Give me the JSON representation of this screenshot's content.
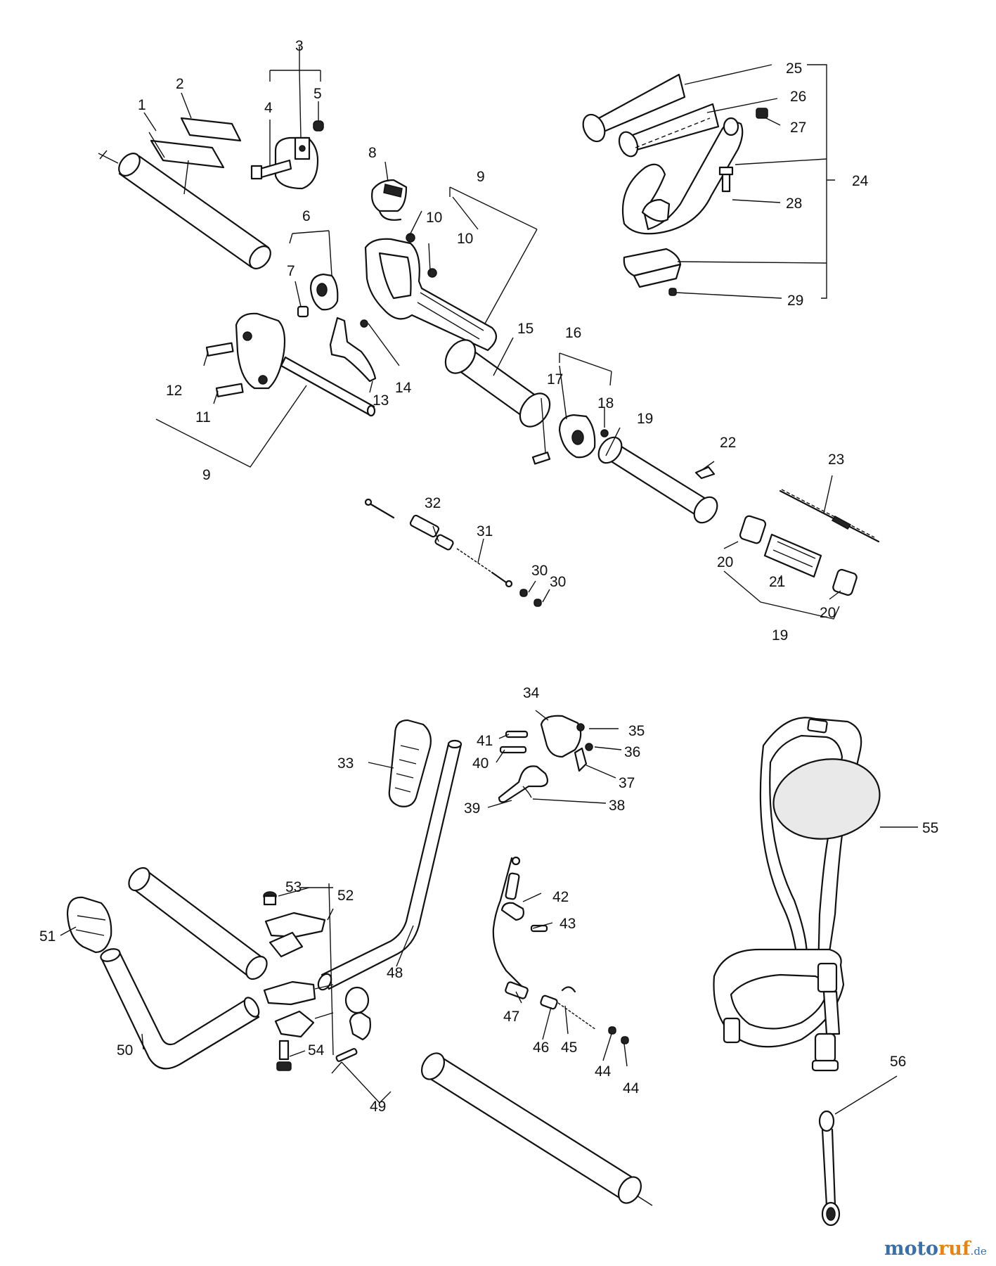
{
  "callouts": [
    "1",
    "2",
    "3",
    "4",
    "5",
    "6",
    "7",
    "8",
    "9",
    "10",
    "10",
    "9",
    "11",
    "12",
    "13",
    "14",
    "15",
    "16",
    "17",
    "18",
    "19",
    "20",
    "21",
    "20",
    "19",
    "22",
    "23",
    "24",
    "25",
    "26",
    "27",
    "28",
    "29",
    "30",
    "30",
    "31",
    "32",
    "33",
    "34",
    "35",
    "36",
    "37",
    "38",
    "39",
    "40",
    "41",
    "42",
    "43",
    "44",
    "44",
    "45",
    "46",
    "47",
    "48",
    "49",
    "50",
    "51",
    "52",
    "53",
    "54",
    "55",
    "56"
  ],
  "watermark": {
    "brand_part1": "moto",
    "brand_part2": "ruf",
    "domain": ".de"
  }
}
